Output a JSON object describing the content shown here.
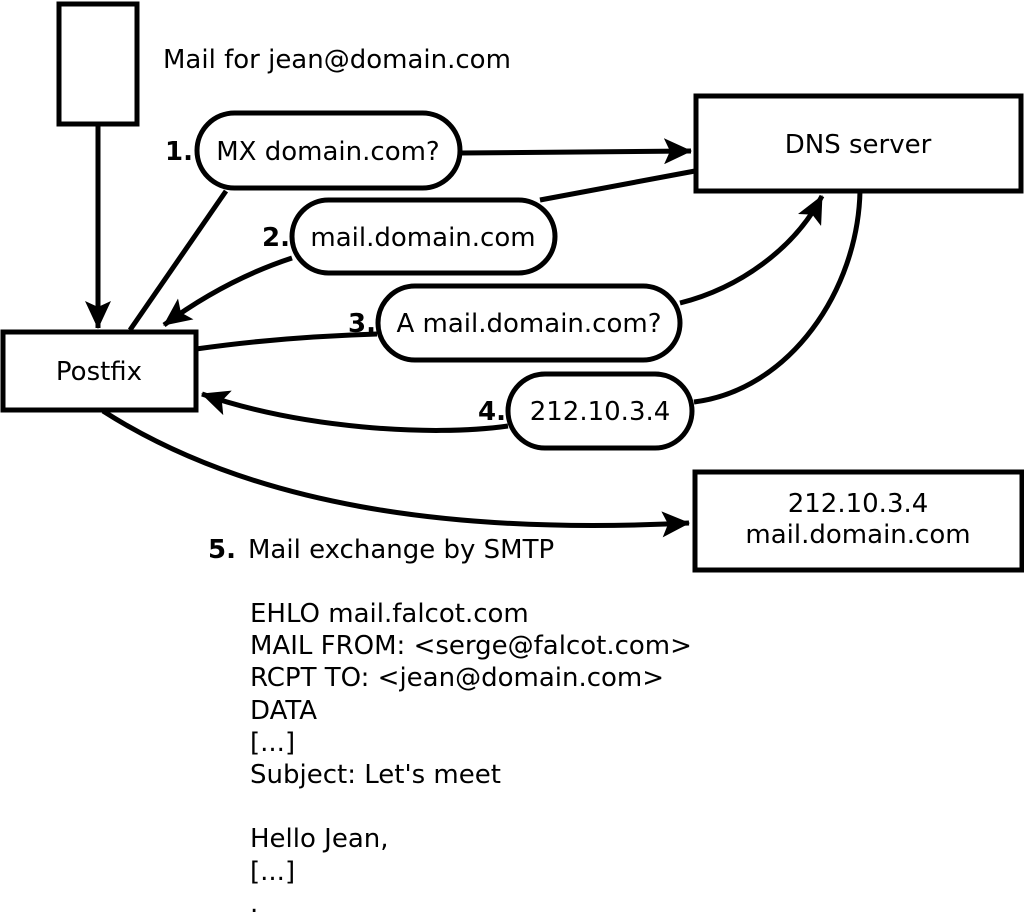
{
  "diagram": {
    "caption": "Mail for jean@domain.com",
    "nodes": {
      "postfix": {
        "label": "Postfix"
      },
      "dns": {
        "label": "DNS server"
      },
      "mailhost": {
        "line1": "212.10.3.4",
        "line2": "mail.domain.com"
      }
    },
    "steps": [
      {
        "number": "1.",
        "label": "MX domain.com?"
      },
      {
        "number": "2.",
        "label": "mail.domain.com"
      },
      {
        "number": "3.",
        "label": "A mail.domain.com?"
      },
      {
        "number": "4.",
        "label": "212.10.3.4"
      }
    ],
    "step5": {
      "number": "5.",
      "label": "Mail exchange by SMTP"
    },
    "smtp": {
      "lines": [
        "EHLO mail.falcot.com",
        "MAIL FROM: <serge@falcot.com>",
        "RCPT TO: <jean@domain.com>",
        "DATA",
        "[...]",
        "Subject: Let's meet",
        "",
        "Hello Jean,",
        "[...]",
        "."
      ]
    },
    "colors": {
      "stroke": "#000000",
      "fill": "#ffffff",
      "background": "#ffffff"
    }
  }
}
